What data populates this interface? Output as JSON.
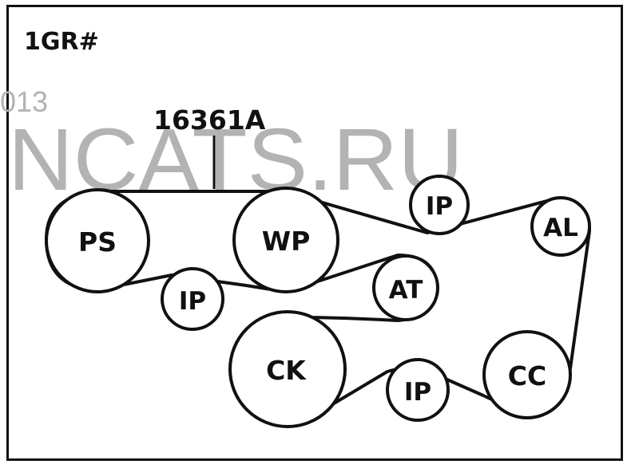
{
  "engine_code": "1GR#",
  "belt_part_number": "16361A",
  "watermark": {
    "site": "NCATS.RU",
    "fragment": "013"
  },
  "pulleys": [
    {
      "id": "ps",
      "label": "PS"
    },
    {
      "id": "wp",
      "label": "WP"
    },
    {
      "id": "ip1",
      "label": "IP"
    },
    {
      "id": "ip2",
      "label": "IP"
    },
    {
      "id": "al",
      "label": "AL"
    },
    {
      "id": "at",
      "label": "AT"
    },
    {
      "id": "ck",
      "label": "CK"
    },
    {
      "id": "ip3",
      "label": "IP"
    },
    {
      "id": "cc",
      "label": "CC"
    }
  ]
}
